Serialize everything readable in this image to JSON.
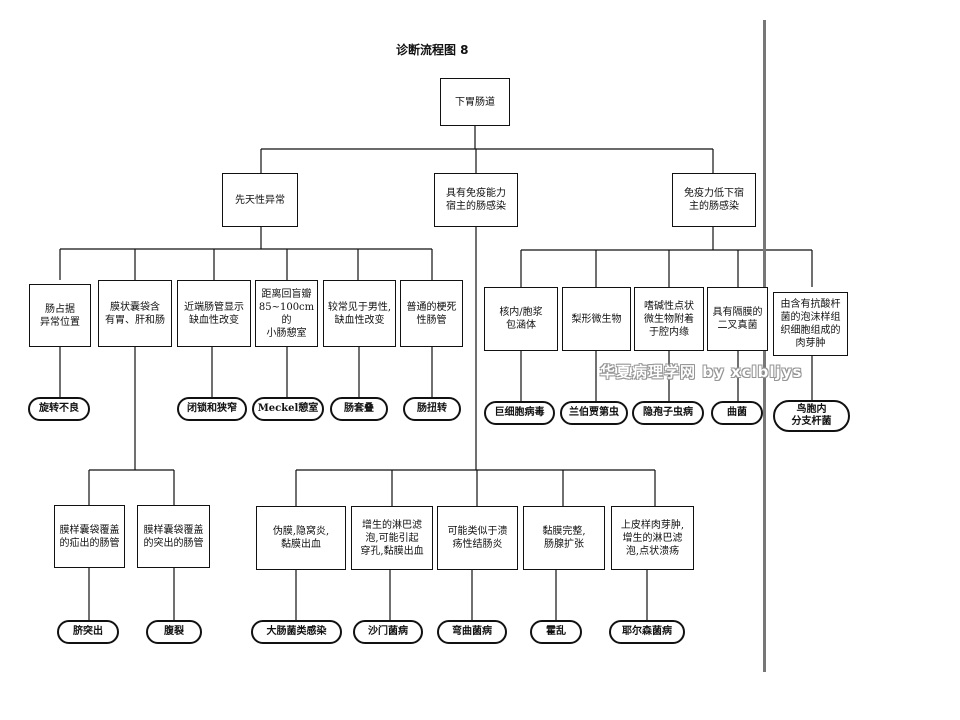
{
  "title": "诊断流程图 8",
  "watermark": "华夏病理学网 by xclbljys",
  "root": "下胃肠道",
  "branches": {
    "congenital": "先天性异常",
    "immunocompetent": "具有免疫能力\n宿主的肠感染",
    "immunodeficient": "免疫力低下宿\n主的肠感染"
  },
  "congenital": {
    "malposition": "肠占据\n异常位置",
    "cyst": "膜状囊袋含\n有胃、肝和肠",
    "proximal": "近端肠管显示\n缺血性改变",
    "meckel_desc": "距离回盲瓣\n85~100cm的\n小肠憩室",
    "male": "较常见于男性,\n缺血性改变",
    "necrosis": "普通的梗死\n性肠管",
    "covered_umbilical": "膜样囊袋覆盖\n的疝出的肠管",
    "covered_protruding": "膜样囊袋覆盖\n的突出的肠管"
  },
  "congenital_dx": {
    "malrotation": "旋转不良",
    "atresia": "闭锁和狭窄",
    "meckel": "Meckel憩室",
    "intussusception": "肠套叠",
    "volvulus": "肠扭转",
    "omphalocele": "脐突出",
    "gastroschisis": "腹裂"
  },
  "immunocompetent": {
    "pseudomembrane": "伪膜,隐窝炎,\n黏膜出血",
    "lymphoid": "增生的淋巴滤\n泡,可能引起\n穿孔,黏膜出血",
    "ulcerative_like": "可能类似于溃\n疡性结肠炎",
    "intact": "黏膜完整,\n肠腺扩张",
    "epithelioid": "上皮样肉芽肿,\n增生的淋巴滤\n泡,点状溃疡"
  },
  "immunocompetent_dx": {
    "cdiff": "大肠菌类感染",
    "salmonella": "沙门菌病",
    "campylobacter": "弯曲菌病",
    "cholera": "霍乱",
    "yersinia": "耶尔森菌病"
  },
  "immunodeficient": {
    "inclusion": "核内/胞浆\n包涵体",
    "parasite": "梨形微生物",
    "acidfast": "嗜碱性点状\n微生物附着\n于腔内缘",
    "septate": "具有隔膜的\n二叉真菌",
    "mac": "由含有抗酸杆\n菌的泡沫样组\n织细胞组成的\n肉芽肿"
  },
  "immunodeficient_dx": {
    "cmv": "巨细胞病毒",
    "giardia": "兰伯贾第虫",
    "crypto": "隐孢子虫病",
    "fungus": "曲菌",
    "mai": "鸟胞内\n分支杆菌"
  }
}
